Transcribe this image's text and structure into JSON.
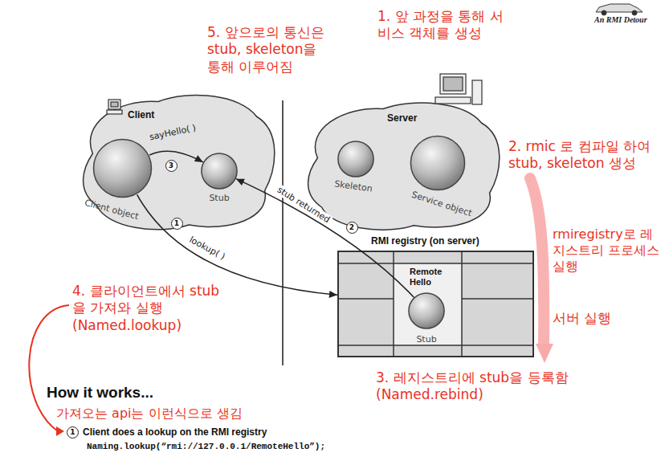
{
  "diagram": {
    "nodes": [
      {
        "text": [
          "Client"
        ]
      },
      {
        "text": [
          "Client object"
        ],
        "in": 0
      },
      {
        "text": [
          "Stub"
        ],
        "in": 0
      },
      {
        "text": [
          "Server"
        ]
      },
      {
        "text": [
          "Skeleton"
        ],
        "in": 3
      },
      {
        "text": [
          "Service object"
        ],
        "in": 3
      },
      {
        "text": [
          "RMI registry (on server)",
          "Remote Hello"
        ]
      },
      {
        "text": [
          "Stub"
        ],
        "in": 6
      }
    ],
    "edges": [
      {
        "from": 1,
        "to": 2,
        "label": "sayHello( )",
        "arrow": "to"
      },
      {
        "from": 1,
        "to": 6,
        "label": "lookup( )",
        "arrow": "to"
      },
      {
        "from": 7,
        "to": 2,
        "label": "stub returned",
        "arrow": "to"
      }
    ],
    "labels": [
      "An RMI Detour",
      "1. 앞 과정을 통해 서비스 객체를 생성",
      "5. 앞으로의 통신은 stub, skeleton을 통해 이루어짐",
      "2. rmic 로 컴파일 하여 stub, skeleton 생성",
      "rmiregistry로 레지스트리 프로세스 실행",
      "서버 실행",
      "4. 클라이언트에서 stub 을 가져와 실행 (Named.lookup)",
      "3. 레지스트리에 stub을 등록함 (Named.rebind)",
      "How it works...",
      "가져오는 api는 이런식으로 생김",
      "1",
      "Client does a lookup on the RMI registry",
      "Naming.lookup(“rmi://127.0.0.1/RemoteHello”);",
      "3",
      "1",
      "2"
    ]
  }
}
